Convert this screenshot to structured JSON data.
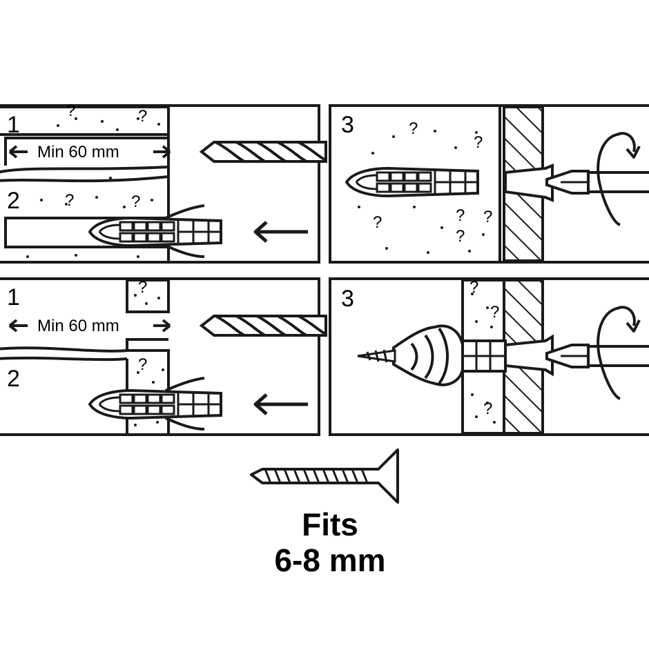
{
  "colors": {
    "ink": "#1a1a1a",
    "paper": "#ffffff"
  },
  "panels": {
    "top_left": {
      "step1": "1",
      "step2": "2",
      "min_label": "Min 60 mm"
    },
    "top_right": {
      "step3": "3"
    },
    "bottom_left": {
      "step1": "1",
      "step2": "2",
      "min_label": "Min 60 mm"
    },
    "bottom_right": {
      "step3": "3"
    }
  },
  "icons": [
    "drill-bit-icon",
    "wall-plug-icon",
    "screw-icon",
    "rotate-arrow-icon",
    "push-arrow-icon",
    "screwdriver-icon"
  ],
  "footer": {
    "line1": "Fits",
    "line2": "6-8 mm"
  }
}
